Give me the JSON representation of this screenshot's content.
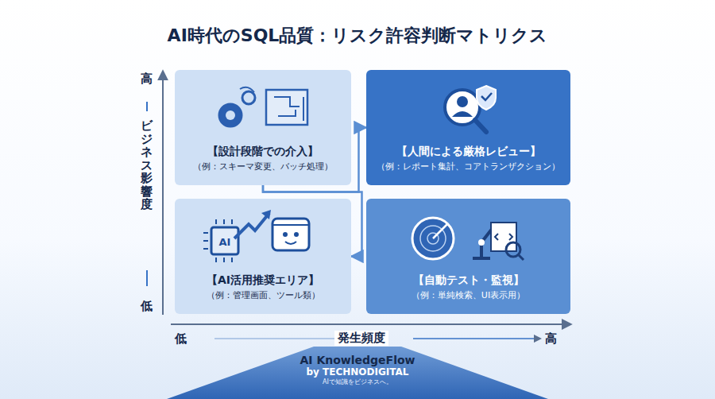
{
  "diagram": {
    "title": "AI時代のSQL品質：リスク許容判断マトリクス",
    "nodes": [
      {
        "text": [
          "【設計段階での介入】",
          "（例：スキーマ変更、バッチ処理）"
        ]
      },
      {
        "text": [
          "【人間による厳格レビュー】",
          "（例：レポート集計、コアトランザクション）"
        ]
      },
      {
        "text": [
          "【AI活用推奨エリア】",
          "（例：管理画面、ツール類）"
        ]
      },
      {
        "text": [
          "【自動テスト・監視】",
          "（例：単純検索、UI表示用）"
        ]
      },
      {
        "text": [
          "AI KnowledgeFlow",
          "by TECHNODIGITAL",
          "AIで知識をビジネスへ。"
        ]
      }
    ],
    "edges": [
      {
        "from": 0,
        "to": 1,
        "arrow": "to"
      },
      {
        "from": 0,
        "to": 2,
        "arrow": "to"
      }
    ],
    "labels": [
      "高",
      "ビジネス影響度",
      "低",
      "低",
      "発生頻度",
      "高"
    ]
  }
}
